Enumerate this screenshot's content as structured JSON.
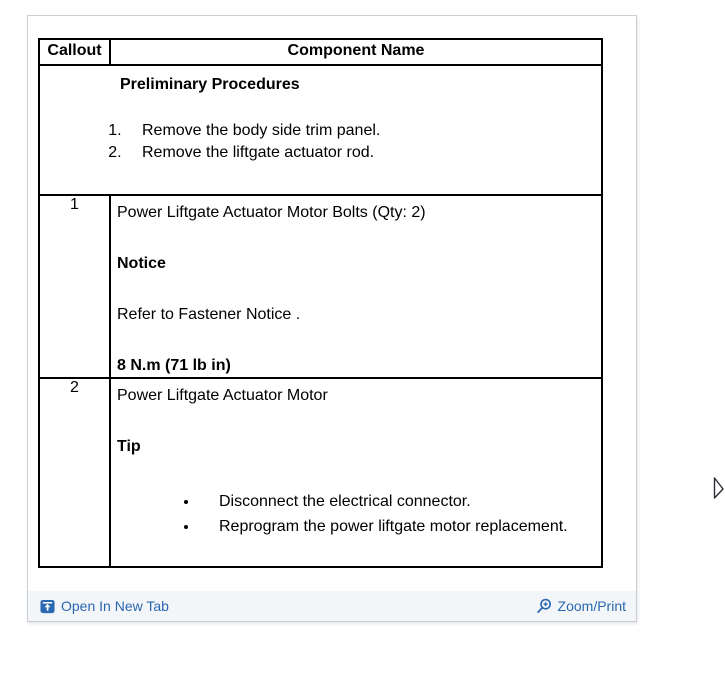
{
  "table": {
    "header_callout": "Callout",
    "header_component": "Component Name",
    "preliminary": {
      "title": "Preliminary Procedures",
      "steps": [
        "Remove the body side trim panel.",
        "Remove the liftgate actuator rod."
      ]
    },
    "rows": [
      {
        "callout": "1",
        "name": "Power Liftgate Actuator Motor Bolts (Qty: 2)",
        "label": "Notice",
        "note": "Refer to Fastener Notice .",
        "torque": "8 N.m (71 lb in)"
      },
      {
        "callout": "2",
        "name": "Power Liftgate Actuator Motor",
        "label": "Tip",
        "bullets": [
          "Disconnect the electrical connector.",
          "Reprogram the power liftgate motor replacement."
        ]
      }
    ]
  },
  "footer": {
    "open_new_tab_label": "Open In New Tab",
    "zoom_print_label": "Zoom/Print",
    "link_color": "#2a67b1"
  }
}
